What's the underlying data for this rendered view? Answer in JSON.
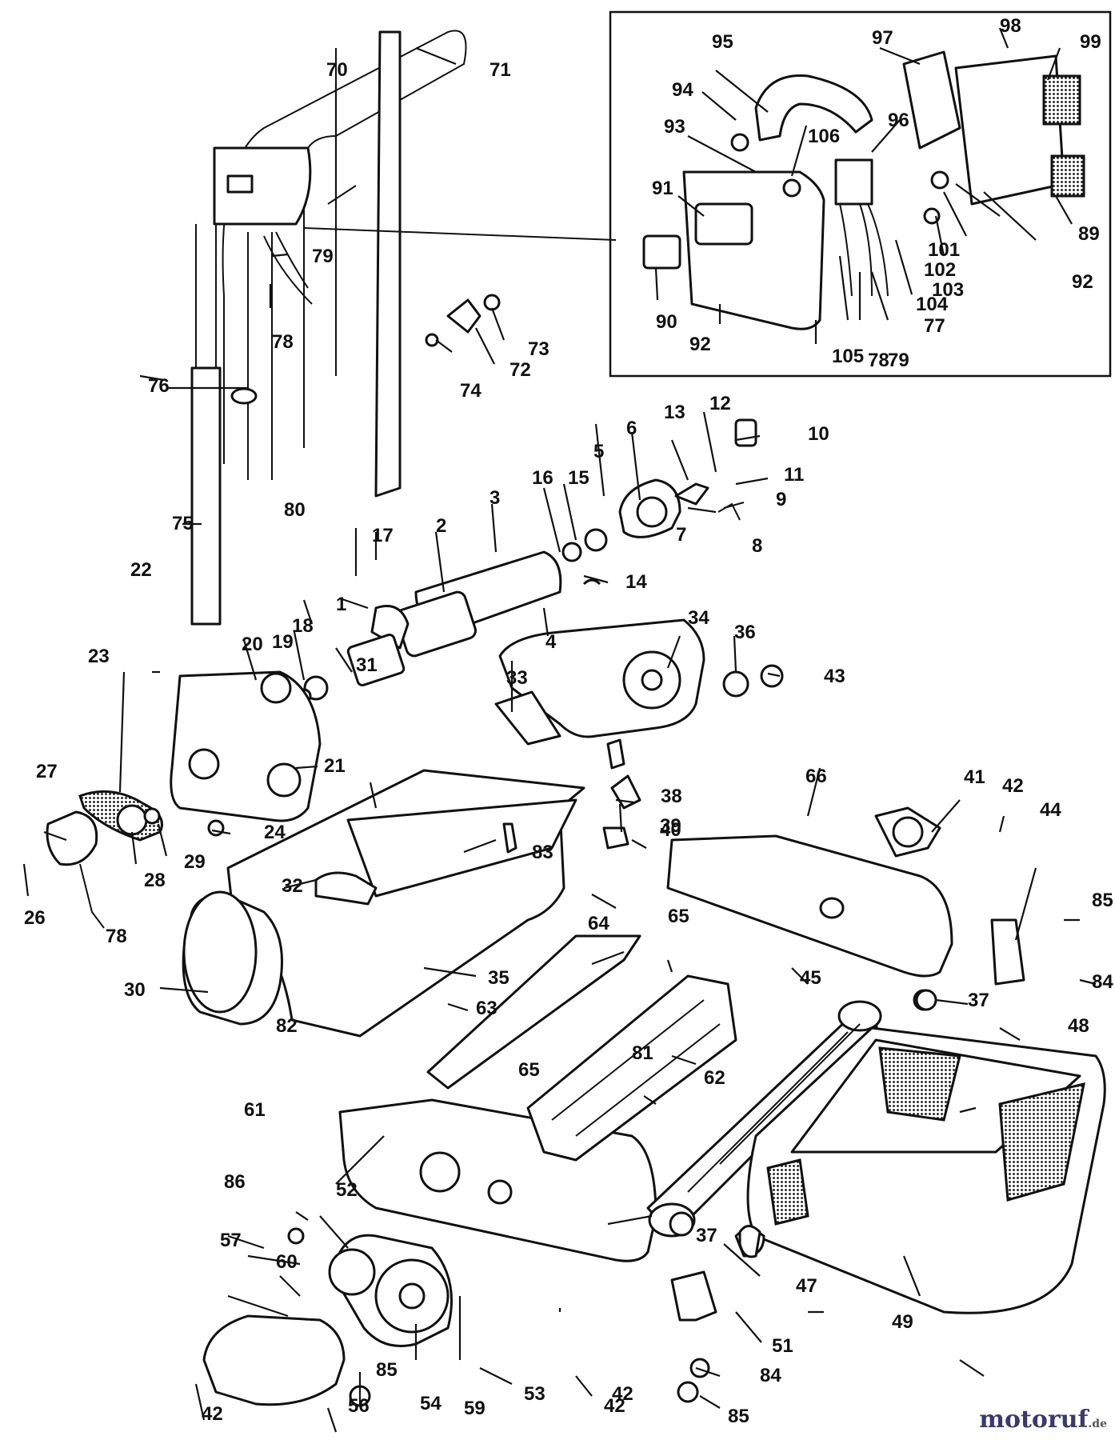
{
  "labels": [
    "1",
    "2",
    "3",
    "4",
    "5",
    "6",
    "7",
    "8",
    "9",
    "10",
    "11",
    "12",
    "13",
    "14",
    "15",
    "16",
    "17",
    "18",
    "19",
    "20",
    "21",
    "22",
    "23",
    "24",
    "26",
    "27",
    "28",
    "29",
    "30",
    "31",
    "32",
    "33",
    "34",
    "35",
    "36",
    "37",
    "37",
    "38",
    "39",
    "40",
    "41",
    "42",
    "42",
    "42",
    "42",
    "43",
    "44",
    "45",
    "47",
    "48",
    "49",
    "51",
    "52",
    "53",
    "54",
    "56",
    "57",
    "59",
    "60",
    "61",
    "62",
    "63",
    "64",
    "65",
    "65",
    "66",
    "70",
    "71",
    "72",
    "73",
    "74",
    "75",
    "76",
    "77",
    "78",
    "78",
    "78",
    "79",
    "79",
    "80",
    "81",
    "82",
    "83",
    "84",
    "84",
    "85",
    "85",
    "85",
    "86",
    "89",
    "90",
    "91",
    "92",
    "92",
    "93",
    "94",
    "95",
    "96",
    "97",
    "98",
    "99",
    "101",
    "102",
    "103",
    "104",
    "105",
    "106"
  ],
  "watermark": {
    "brand": "motoruf",
    "suffix": ".de"
  },
  "colors": {
    "ink": "#111111",
    "paper": "#ffffff"
  }
}
